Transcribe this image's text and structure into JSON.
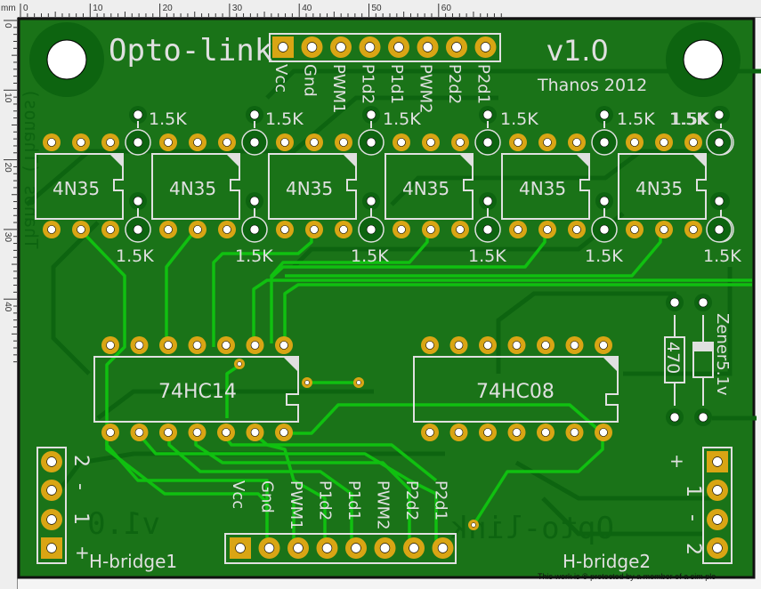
{
  "ruler": {
    "unit": "mm",
    "x_ticks": [
      "0",
      "10",
      "20",
      "30",
      "40",
      "50",
      "60"
    ],
    "y_ticks": [
      "0",
      "10",
      "20",
      "30",
      "40"
    ]
  },
  "board": {
    "title": "Opto-link",
    "version": "v1.0",
    "author": "Thanos 2012",
    "bottom_layer_title": "Opto-link",
    "bottom_layer_version": "v1.0",
    "bottom_layer_author": "Thanos (Thanos)",
    "copyright_notice": "This work is ® protected by a member of a sim ple",
    "colors": {
      "board": "#1a7318",
      "copper_bottom": "#0d6410",
      "trace_top": "#10c010",
      "pad": "#d9a514",
      "silk": "#e0e0e0"
    }
  },
  "top_header": {
    "pins": [
      "Vcc",
      "Gnd",
      "PWM1",
      "P1d2",
      "P1d1",
      "PWM2",
      "P2d2",
      "P2d1"
    ]
  },
  "bottom_header": {
    "pins": [
      "Vcc",
      "Gnd",
      "PWM1",
      "P1d2",
      "P1d1",
      "PWM2",
      "P2d2",
      "P2d1"
    ]
  },
  "optocouplers": [
    {
      "part": "4N35",
      "resistor_top": "1.5K",
      "resistor_bottom": "1.5K"
    },
    {
      "part": "4N35",
      "resistor_top": "1.5K",
      "resistor_bottom": "1.5K"
    },
    {
      "part": "4N35",
      "resistor_top": "1.5K",
      "resistor_bottom": "1.5K"
    },
    {
      "part": "4N35",
      "resistor_top": "1.5K",
      "resistor_bottom": "1.5K"
    },
    {
      "part": "4N35",
      "resistor_top": "1.5K",
      "resistor_bottom": "1.5K"
    },
    {
      "part": "4N35",
      "resistor_top": "1.5K",
      "resistor_bottom": "1.5K"
    }
  ],
  "extra_resistor_label": "1.5K",
  "ics": [
    {
      "part": "74HC14"
    },
    {
      "part": "74HC08"
    }
  ],
  "resistor_470": "470",
  "zener": "Zener5.1v",
  "hbridge1": {
    "label": "H-bridge1",
    "pins": [
      "2",
      "-",
      "1",
      "+"
    ]
  },
  "hbridge2": {
    "label": "H-bridge2",
    "pins": [
      "+",
      "1",
      "-",
      "2"
    ]
  }
}
